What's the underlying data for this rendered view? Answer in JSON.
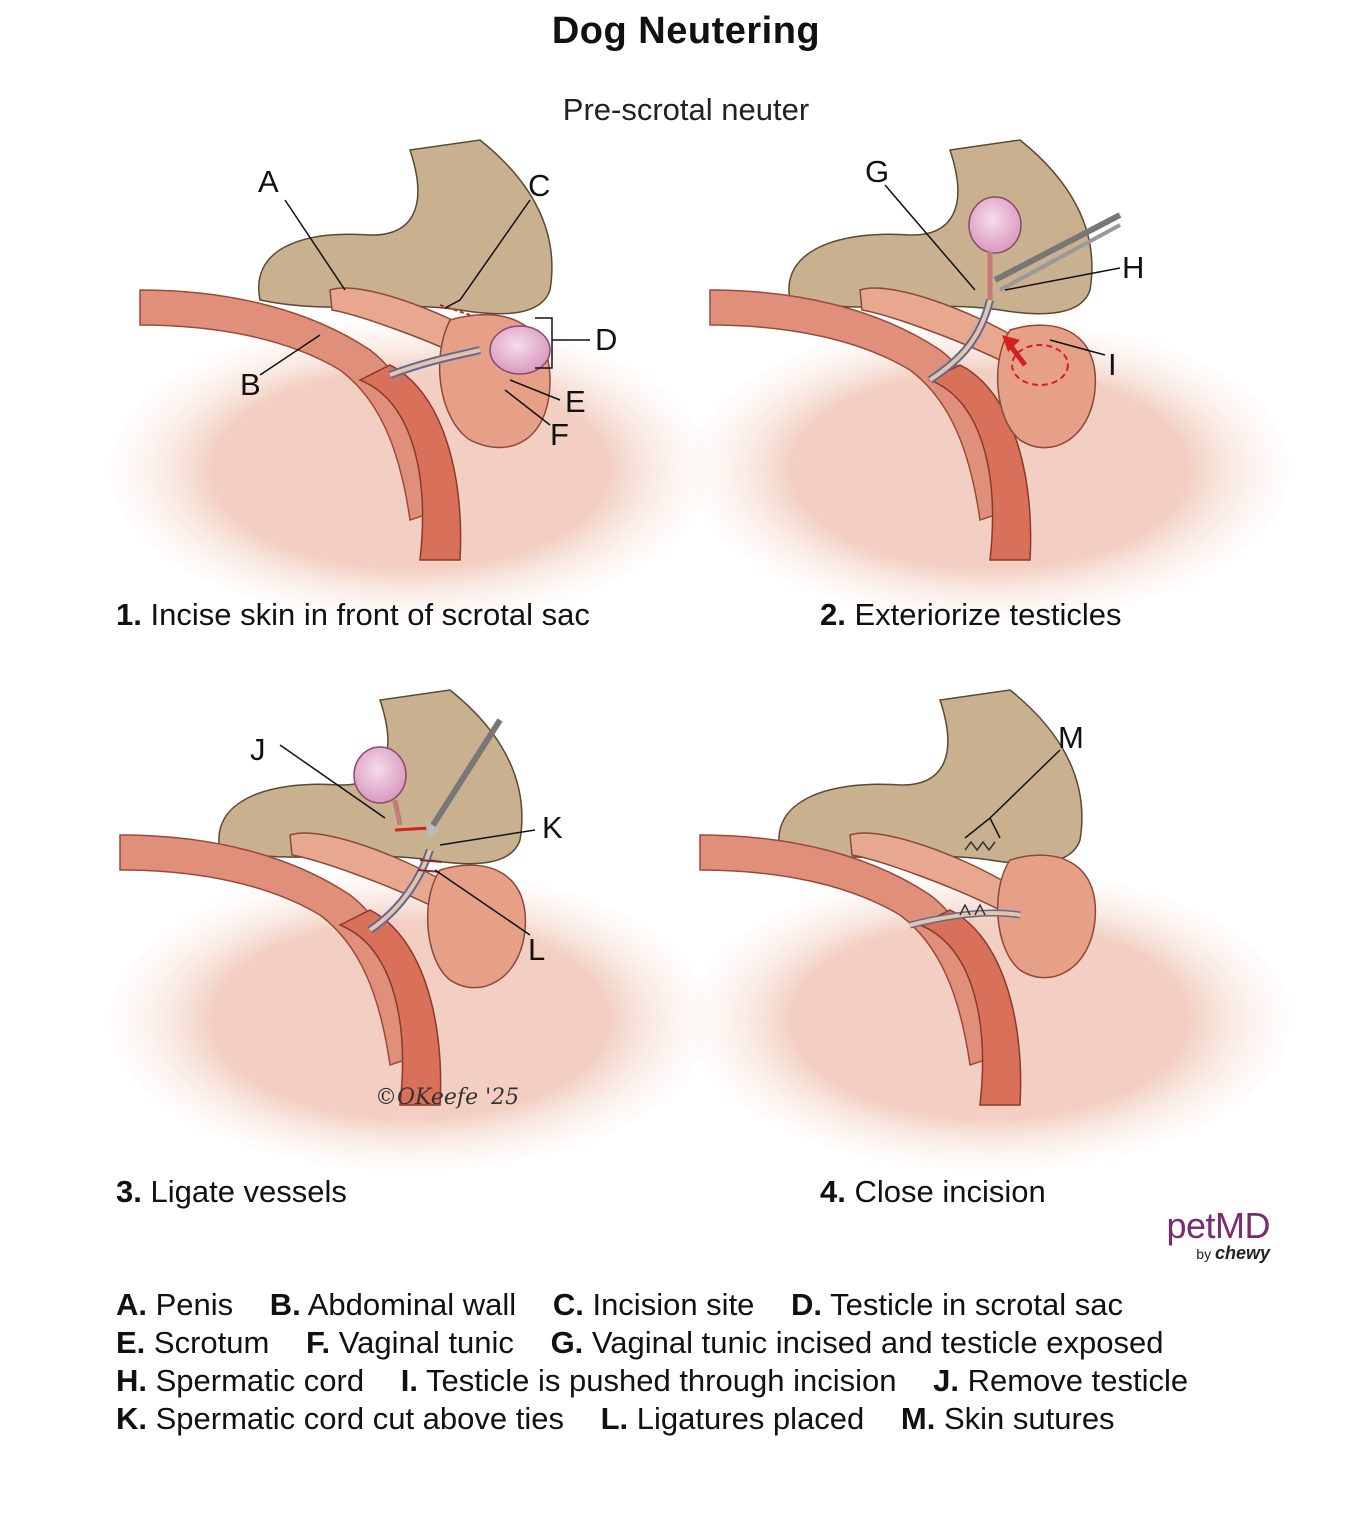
{
  "title": "Dog Neutering",
  "subtitle": "Pre-scrotal neuter",
  "steps": [
    {
      "num": "1.",
      "text": "Incise skin in front of scrotal sac"
    },
    {
      "num": "2.",
      "text": "Exteriorize testicles"
    },
    {
      "num": "3.",
      "text": "Ligate vessels"
    },
    {
      "num": "4.",
      "text": "Close incision"
    }
  ],
  "labels": {
    "p1": [
      "A",
      "B",
      "C",
      "D",
      "E",
      "F"
    ],
    "p2": [
      "G",
      "H",
      "I"
    ],
    "p3": [
      "J",
      "K",
      "L"
    ],
    "p4": [
      "M"
    ]
  },
  "legend": [
    {
      "key": "A.",
      "text": "Penis"
    },
    {
      "key": "B.",
      "text": "Abdominal wall"
    },
    {
      "key": "C.",
      "text": "Incision site"
    },
    {
      "key": "D.",
      "text": "Testicle in scrotal sac"
    },
    {
      "key": "E.",
      "text": "Scrotum"
    },
    {
      "key": "F.",
      "text": "Vaginal tunic"
    },
    {
      "key": "G.",
      "text": "Vaginal  tunic incised and testicle exposed"
    },
    {
      "key": "H.",
      "text": "Spermatic cord"
    },
    {
      "key": "I.",
      "text": "Testicle is pushed through incision"
    },
    {
      "key": "J.",
      "text": "Remove testicle"
    },
    {
      "key": "K.",
      "text": "Spermatic cord cut above ties"
    },
    {
      "key": "L.",
      "text": "Ligatures placed"
    },
    {
      "key": "M.",
      "text": "Skin sutures"
    }
  ],
  "logo": {
    "brand": "petMD",
    "by": "by",
    "parent": "chewy"
  },
  "signature": "©OKeefe '25",
  "colors": {
    "fur": "#c9b08f",
    "skin": "#e8a88f",
    "muscle": "#d9705a",
    "testicle": "#e9b9d3",
    "brand": "#7a2d6e",
    "incision": "#d42020"
  }
}
